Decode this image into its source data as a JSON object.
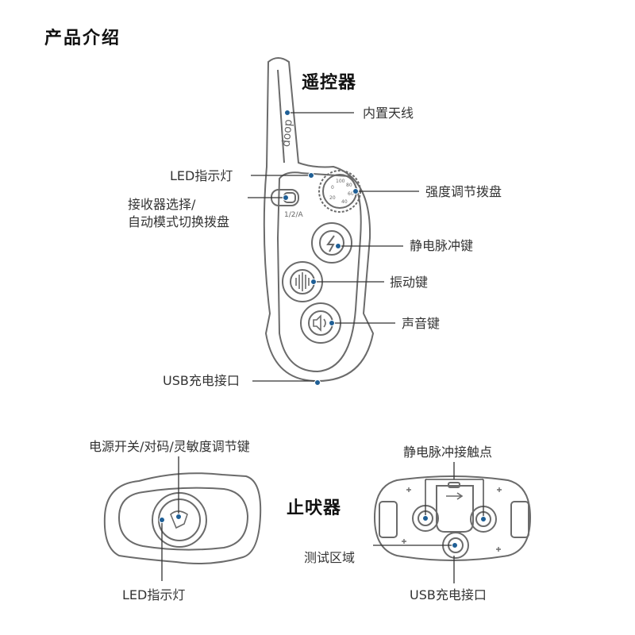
{
  "page_title": "产品介绍",
  "remote": {
    "title": "遥控器",
    "brand_mark": "doop",
    "dial_marks": [
      "100",
      "80",
      "60",
      "40",
      "20",
      "0"
    ],
    "switch_label": "1/2/A",
    "labels": {
      "antenna": "内置天线",
      "led": "LED指示灯",
      "receiver_select_line1": "接收器选择/",
      "receiver_select_line2": "自动模式切换拨盘",
      "intensity_dial": "强度调节拨盘",
      "static_button": "静电脉冲键",
      "vibration_button": "振动键",
      "sound_button": "声音键",
      "usb_port": "USB充电接口"
    }
  },
  "collar": {
    "title": "止吠器",
    "labels": {
      "power_button": "电源开关/对码/灵敏度调节键",
      "led": "LED指示灯",
      "contacts": "静电脉冲接触点",
      "test_area": "测试区域",
      "usb_port": "USB充电接口"
    }
  },
  "colors": {
    "outline": "#6b6b6b",
    "leader_line": "#333333",
    "dot": "#1f5f96",
    "title": "#111111",
    "text": "#333333"
  }
}
